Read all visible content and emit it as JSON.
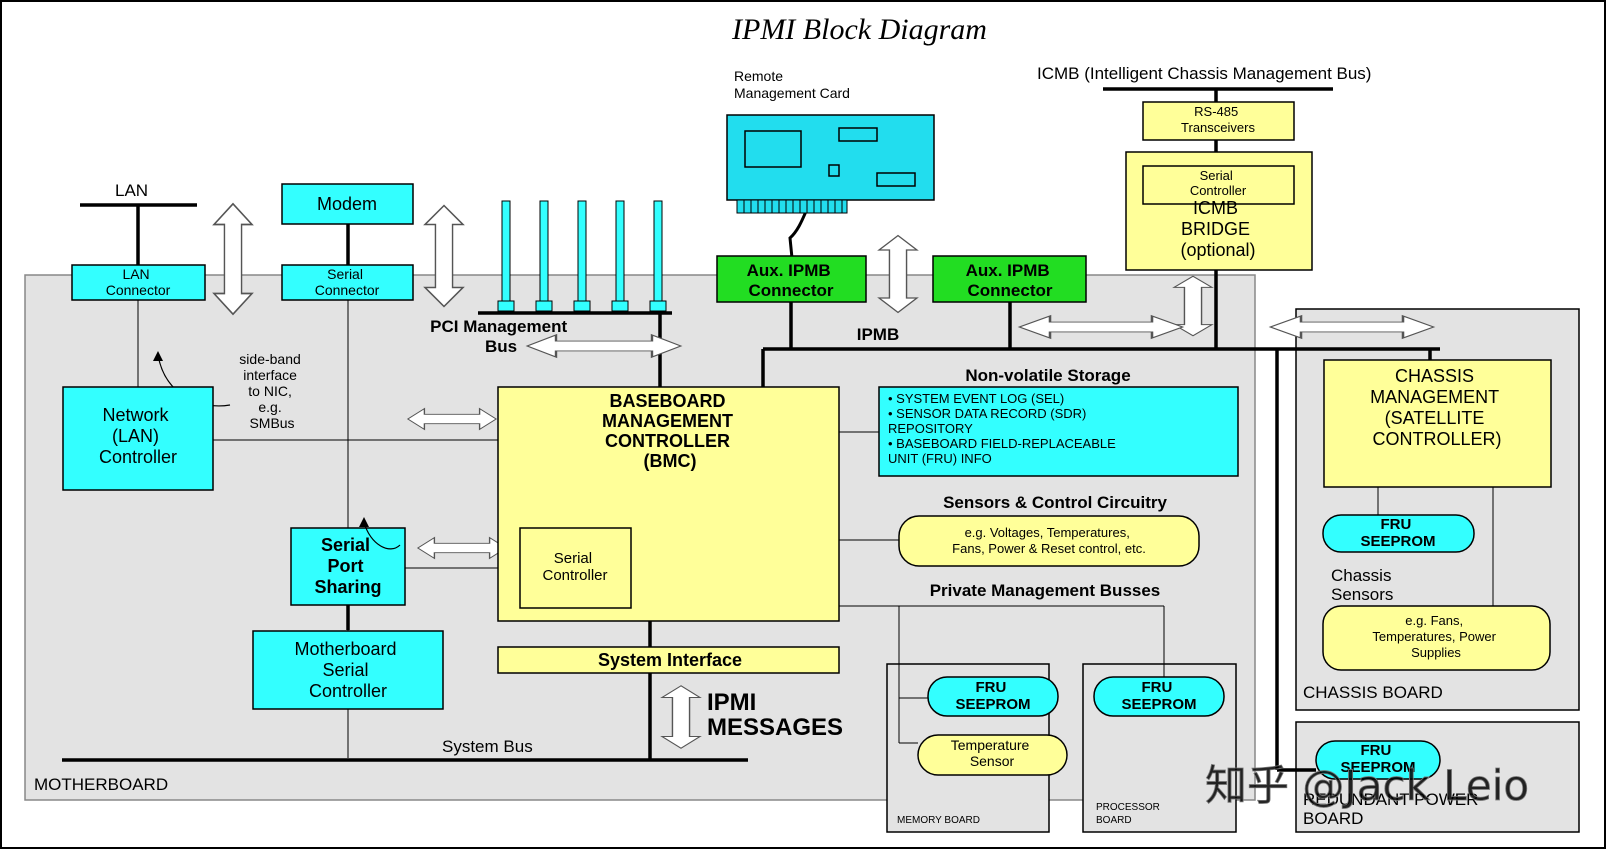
{
  "title": "IPMI Block Diagram",
  "remote_card": [
    "Remote",
    "Management Card"
  ],
  "icmb_label": "ICMB (Intelligent Chassis Management Bus)",
  "rs485": [
    "RS-485",
    "Transceivers"
  ],
  "icmb_serial": [
    "Serial",
    "Controller"
  ],
  "icmb_bridge": [
    "ICMB",
    "BRIDGE",
    "(optional)"
  ],
  "lan": "LAN",
  "modem": "Modem",
  "lan_connector": [
    "LAN",
    "Connector"
  ],
  "serial_connector": [
    "Serial",
    "Connector"
  ],
  "aux_ipmb_1": [
    "Aux. IPMB",
    "Connector"
  ],
  "aux_ipmb_2": [
    "Aux. IPMB",
    "Connector"
  ],
  "pci_mgmt_bus": [
    "PCI Management",
    "Bus"
  ],
  "ipmb": "IPMB",
  "side_band": [
    "side-band",
    "interface",
    "to NIC,",
    "e.g.",
    "SMBus"
  ],
  "network_controller": [
    "Network",
    "(LAN)",
    "Controller"
  ],
  "bmc": [
    "BASEBOARD",
    "MANAGEMENT",
    "CONTROLLER",
    "(BMC)"
  ],
  "bmc_serial": [
    "Serial",
    "Controller"
  ],
  "nv_storage_title": "Non-volatile Storage",
  "nv_storage_items": [
    "• SYSTEM EVENT LOG (SEL)",
    "• SENSOR DATA RECORD (SDR)",
    "   REPOSITORY",
    "• BASEBOARD FIELD-REPLACEABLE",
    "   UNIT (FRU) INFO"
  ],
  "sensors_title": "Sensors & Control Circuitry",
  "sensors_desc": [
    "e.g. Voltages, Temperatures,",
    "Fans, Power & Reset control, etc."
  ],
  "private_busses": "Private Management Busses",
  "serial_port_sharing": [
    "Serial",
    "Port",
    "Sharing"
  ],
  "mb_serial_controller": [
    "Motherboard",
    "Serial",
    "Controller"
  ],
  "system_interface": "System Interface",
  "ipmi_messages": [
    "IPMI",
    "MESSAGES"
  ],
  "system_bus": "System Bus",
  "motherboard": "MOTHERBOARD",
  "fru_seeprom": [
    "FRU",
    "SEEPROM"
  ],
  "temp_sensor": [
    "Temperature",
    "Sensor"
  ],
  "memory_board": "MEMORY BOARD",
  "processor_board": [
    "PROCESSOR",
    "BOARD"
  ],
  "chassis_mgmt": [
    "CHASSIS",
    "MANAGEMENT",
    "(SATELLITE",
    "CONTROLLER)"
  ],
  "chassis_sensors_title": [
    "Chassis",
    "Sensors"
  ],
  "chassis_sensors_desc": [
    "e.g. Fans,",
    "Temperatures, Power",
    "Supplies"
  ],
  "chassis_board": "CHASSIS BOARD",
  "redundant_power": [
    "REDUNDANT POWER",
    "BOARD"
  ],
  "watermark": "知乎 @Jack Leio",
  "colors": {
    "cyan": "#33ffff",
    "yellow": "#ffff99",
    "green": "#22dd22",
    "card": "#22ddee",
    "panel": "#e3e3e3"
  }
}
